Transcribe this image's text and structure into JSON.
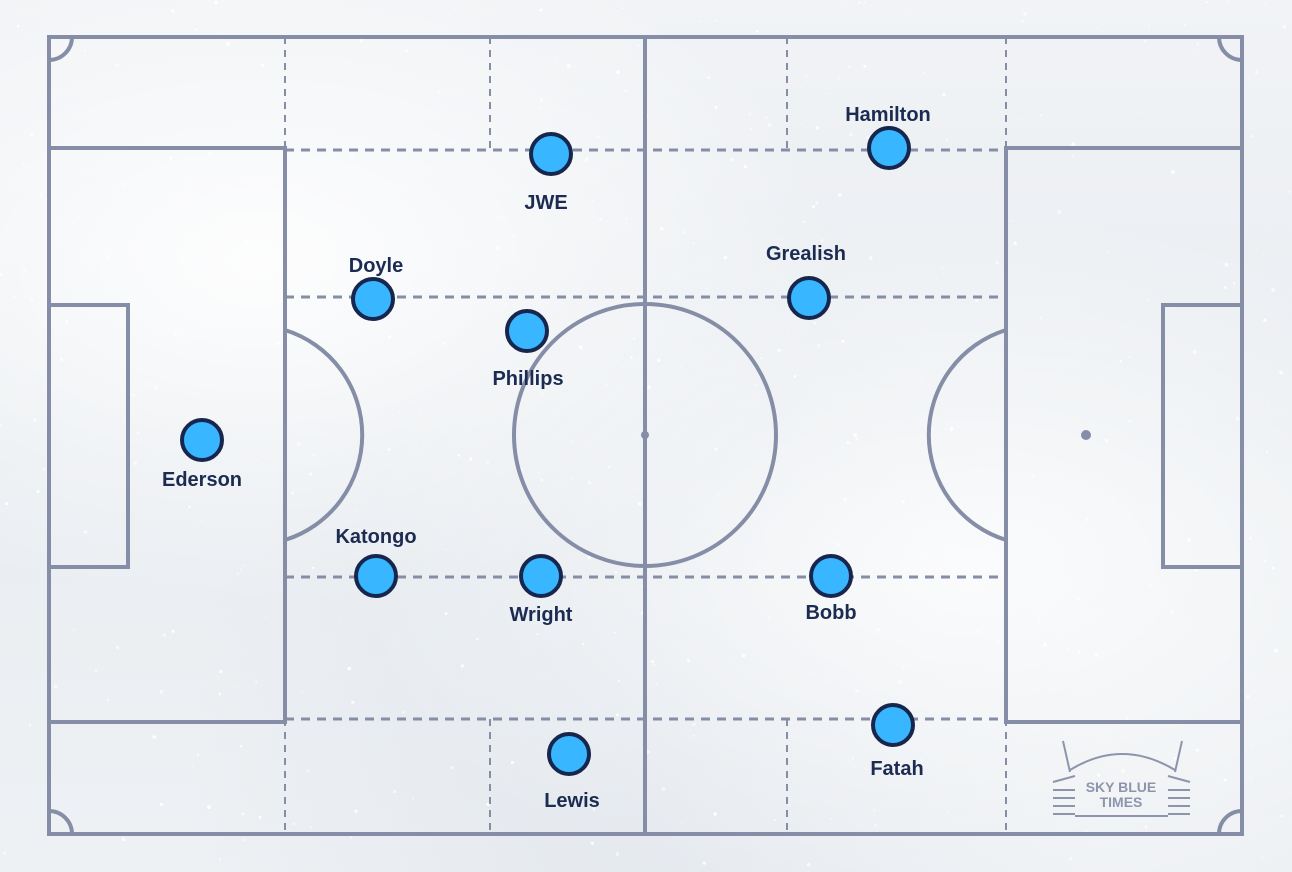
{
  "diagram": {
    "type": "football-formation",
    "logo": {
      "line1": "SKY BLUE",
      "line2": "TIMES"
    },
    "players": [
      {
        "name": "Ederson"
      },
      {
        "name": "Katongo"
      },
      {
        "name": "Doyle"
      },
      {
        "name": "Wright"
      },
      {
        "name": "Phillips"
      },
      {
        "name": "JWE"
      },
      {
        "name": "Lewis"
      },
      {
        "name": "Grealish"
      },
      {
        "name": "Bobb"
      },
      {
        "name": "Hamilton"
      },
      {
        "name": "Fatah"
      }
    ],
    "colors": {
      "pitch_lines": "#858ea6",
      "player_fill": "#38b6ff",
      "player_outline": "#17264d",
      "player_label": "#1b2b52",
      "background": "#eef1f4"
    }
  }
}
